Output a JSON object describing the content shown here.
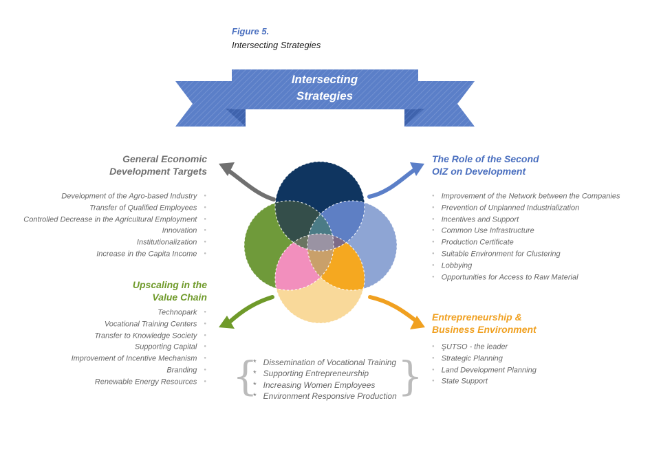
{
  "figure": {
    "label": "Figure 5.",
    "title": "Intersecting Strategies"
  },
  "banner": {
    "line1": "Intersecting",
    "line2": "Strategies"
  },
  "colors": {
    "banner": "#5b7fc8",
    "navy": "#0f3560",
    "green": "#6f9a3a",
    "periwinkle": "#8ea5d4",
    "peach": "#f9d99a",
    "gray_heading": "#707070",
    "blue_heading": "#4a6fbf",
    "green_heading": "#6f9a2a",
    "orange_heading": "#f0a020"
  },
  "sections": {
    "general": {
      "title_line1": "General Economic",
      "title_line2": "Development Targets",
      "items": [
        "Development of the Agro-based Industry",
        "Transfer of Qualified Employees",
        "Controlled Decrease in the Agricultural Employment",
        "Innovation",
        "Institutionalization",
        "Increase in the Capita Income"
      ]
    },
    "role": {
      "title_line1": "The Role of the Second",
      "title_line2": "OIZ on Development",
      "items": [
        "Improvement of the Network between the Companies",
        "Prevention of Unplanned Industrialization",
        "Incentives and Support",
        "Common Use Infrastructure",
        "Production Certificate",
        "Suitable Environment for Clustering",
        "Lobbying",
        "Opportunities for Access to Raw Material"
      ]
    },
    "upscaling": {
      "title_line1": "Upscaling in the",
      "title_line2": "Value Chain",
      "items": [
        "Technopark",
        "Vocational Training Centers",
        "Transfer to Knowledge Society",
        "Supporting Capital",
        "Improvement of Incentive Mechanism",
        "Branding",
        "Renewable Energy Resources"
      ]
    },
    "entrepreneurship": {
      "title_line1": "Entrepreneurship &",
      "title_line2": "Business Environment",
      "items": [
        "ŞUTSO - the leader",
        "Strategic Planning",
        "Land Development Planning",
        "State Support"
      ]
    },
    "center": {
      "items": [
        "Dissemination of Vocational Training",
        "Supporting Entrepreneurship",
        "Increasing Women Employees",
        "Environment Responsive Production"
      ]
    }
  }
}
